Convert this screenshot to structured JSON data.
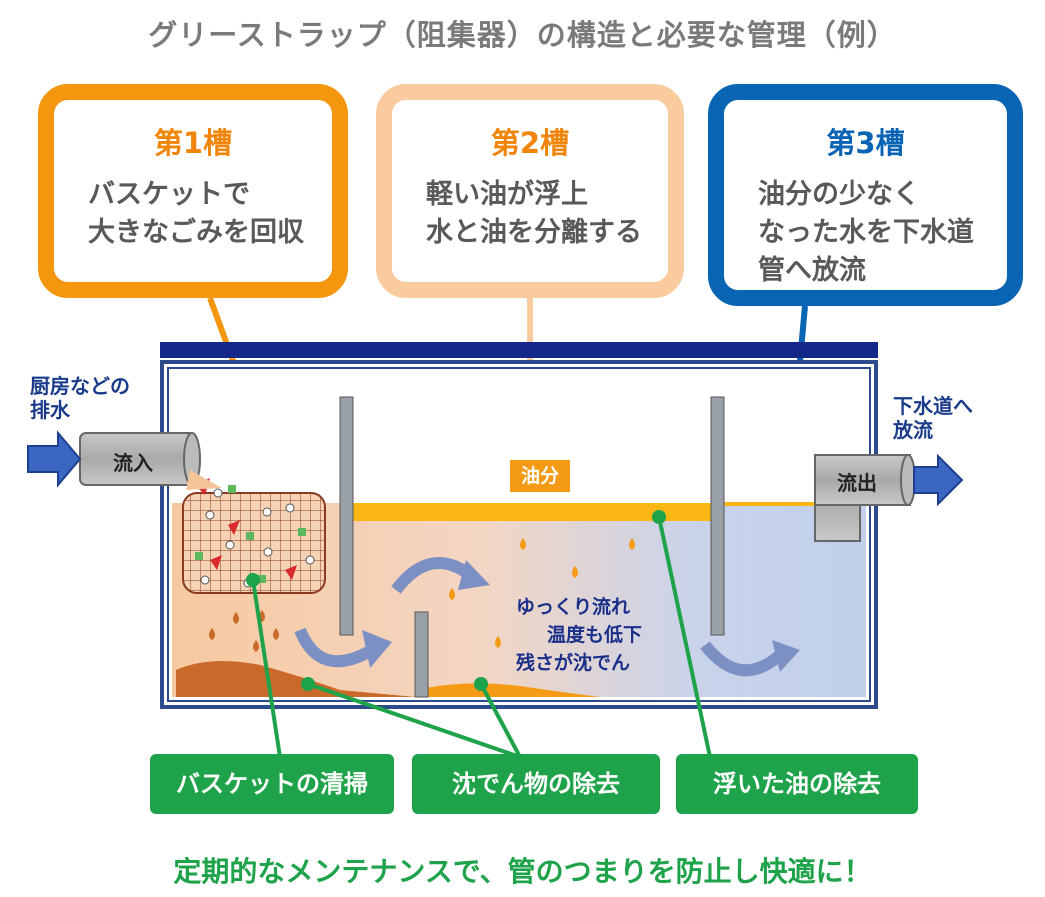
{
  "title": "グリーストラップ（阻集器）の構造と必要な管理（例）",
  "tanks": [
    {
      "name": "第1槽",
      "text": "バスケットで\n大きなごみを回収"
    },
    {
      "name": "第2槽",
      "text": "軽い油が浮上\n水と油を分離する"
    },
    {
      "name": "第3槽",
      "text": "油分の少なく\nなった水を下水道\n管へ放流"
    }
  ],
  "inflow_source": "厨房などの\n排水",
  "inflow_label": "流入",
  "outflow_label": "流出",
  "outflow_dest": "下水道へ\n放流",
  "oil_label": "油分",
  "flow_note": [
    "ゆっくり流れ",
    "温度も低下",
    "残さが沈でん"
  ],
  "maintenance": [
    "バスケットの清掃",
    "沈でん物の除去",
    "浮いた油の除去"
  ],
  "footer": "定期的なメンテナンスで、管のつまりを防止し快適に！",
  "colors": {
    "tank1": "#f5960f",
    "tank2": "#fbcba0",
    "tank3": "#0a64b4",
    "maintenance": "#1fa34a"
  }
}
